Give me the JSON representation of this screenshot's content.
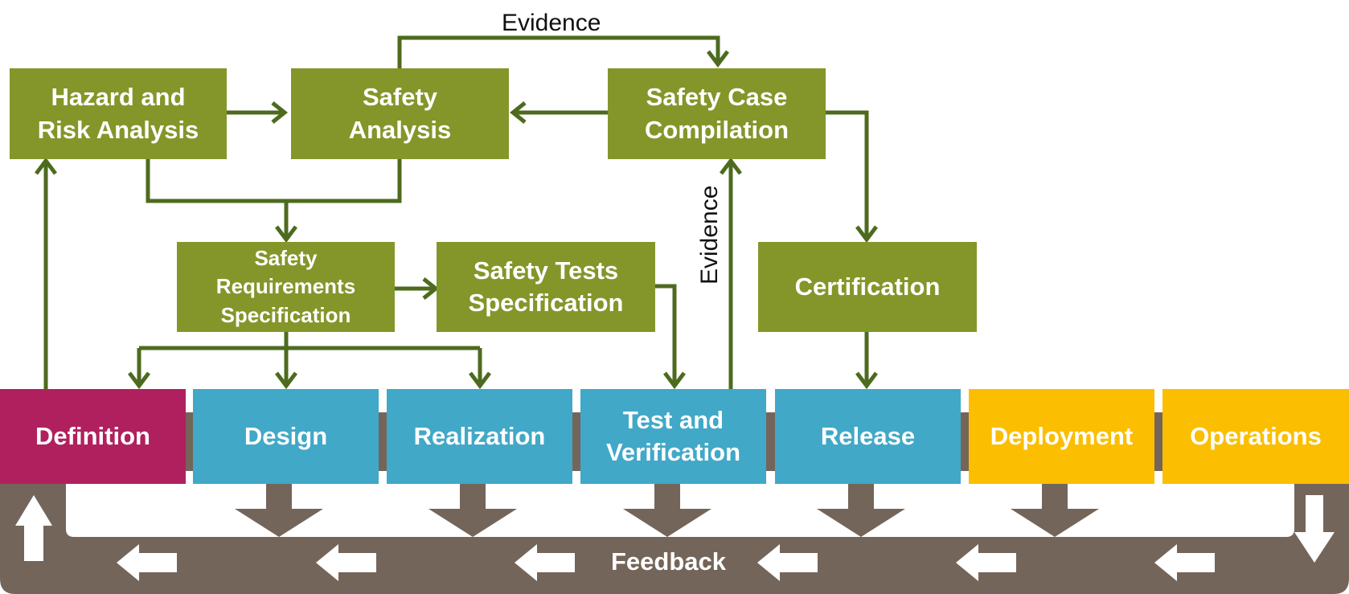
{
  "colors": {
    "green_box": "#84962a",
    "arrow_green": "#4d6b1e",
    "definition": "#b0205e",
    "blue": "#41a8c8",
    "yellow": "#fbbe00",
    "brown": "#74655a",
    "white": "#ffffff"
  },
  "safety_boxes": {
    "hazard": "Hazard and\nRisk Analysis",
    "safety_analysis": "Safety\nAnalysis",
    "safety_case": "Safety Case\nCompilation",
    "safety_requirements": "Safety\nRequirements\nSpecification",
    "safety_tests": "Safety Tests\nSpecification",
    "certification": "Certification"
  },
  "labels": {
    "evidence_top": "Evidence",
    "evidence_vertical": "Evidence",
    "feedback": "Feedback"
  },
  "phases": [
    {
      "label": "Definition",
      "color": "#b0205e"
    },
    {
      "label": "Design",
      "color": "#41a8c8"
    },
    {
      "label": "Realization",
      "color": "#41a8c8"
    },
    {
      "label": "Test and\nVerification",
      "color": "#41a8c8"
    },
    {
      "label": "Release",
      "color": "#41a8c8"
    },
    {
      "label": "Deployment",
      "color": "#fbbe00"
    },
    {
      "label": "Operations",
      "color": "#fbbe00"
    }
  ],
  "icons": {
    "feedback_arrow": "left-arrow-icon",
    "down_arrow": "down-arrow-icon",
    "up_arrow": "up-arrow-icon"
  }
}
